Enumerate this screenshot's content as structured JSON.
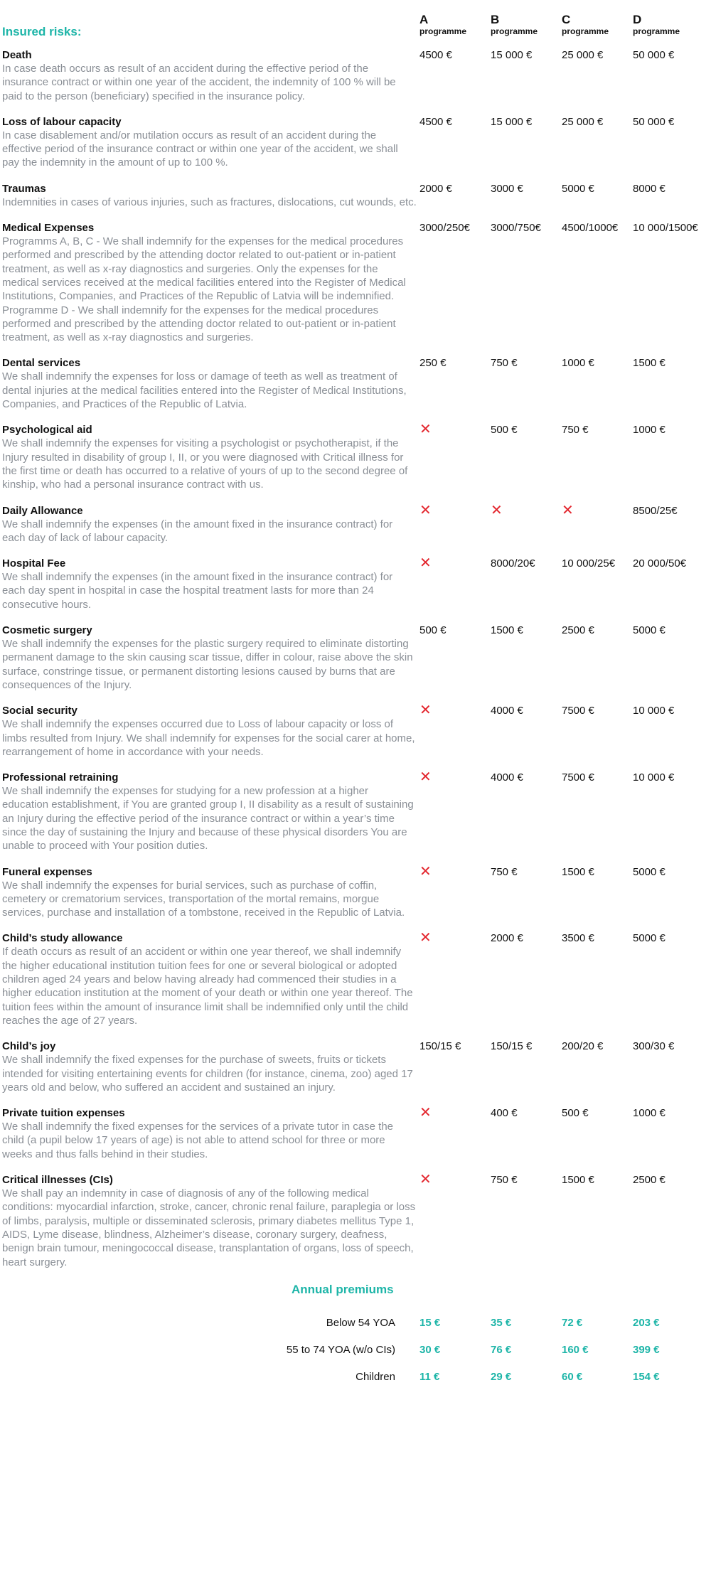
{
  "header": {
    "title": "Insured risks:",
    "programmes": [
      {
        "letter": "A",
        "word": "programme"
      },
      {
        "letter": "B",
        "word": "programme"
      },
      {
        "letter": "C",
        "word": "programme"
      },
      {
        "letter": "D",
        "word": "programme"
      }
    ]
  },
  "risks": [
    {
      "name": "Death",
      "description": "In case death occurs as result of an accident during the effective period of the insurance contract or within one year of the accident, the indemnity of 100 % will be paid to the person (beneficiary) specified in the insurance policy.",
      "values": [
        "4500 €",
        "15 000 €",
        "25 000 €",
        "50 000 €"
      ]
    },
    {
      "name": "Loss of labour capacity",
      "description": "In case disablement and/or mutilation occurs as result of an accident during the effective period of the insurance contract or within one year of the accident, we shall pay the indemnity in the amount of up to 100 %.",
      "values": [
        "4500 €",
        "15 000 €",
        "25 000 €",
        "50 000 €"
      ]
    },
    {
      "name": "Traumas",
      "description": "Indemnities in cases of various injuries, such as fractures, dislocations, cut wounds, etc.",
      "values": [
        "2000 €",
        "3000 €",
        "5000 €",
        "8000 €"
      ]
    },
    {
      "name": "Medical Expenses",
      "description": "Programms A, B, C - We shall indemnify for the expenses for the medical procedures performed and prescribed by the attending doctor related to out-patient or in-patient treatment, as well as x-ray diagnostics and surgeries. Only the expenses for the medical services received at the medical facilities entered into the Register of Medical Institutions, Companies, and Practices of the Republic of Latvia will be indemnified. Programme D - We shall indemnify for the expenses for the medical procedures performed and prescribed by the attending doctor related to out-patient or in-patient treatment, as well as x-ray diagnostics and surgeries.",
      "values": [
        "3000/250€",
        "3000/750€",
        "4500/1000€",
        "10 000/1500€"
      ]
    },
    {
      "name": "Dental services",
      "description": "We shall indemnify the expenses for loss or damage of teeth as well as treatment of dental injuries at the medical facilities entered into the Register of Medical Institutions, Companies, and Practices of the Republic of Latvia.",
      "values": [
        "250 €",
        "750 €",
        "1000 €",
        "1500 €"
      ]
    },
    {
      "name": "Psychological aid",
      "description": "We shall indemnify the expenses for visiting a psychologist or psychotherapist, if the Injury resulted in disability of group I, II, or you were diagnosed with Critical illness for the first time or death has occurred to a relative of yours of up to the second degree of kinship, who had a personal insurance contract with us.",
      "values": [
        "✕",
        "500 €",
        "750 €",
        "1000 €"
      ]
    },
    {
      "name": "Daily Allowance",
      "description": "We shall indemnify the expenses (in the amount fixed in the insurance contract) for each day of lack of labour capacity.",
      "values": [
        "✕",
        "✕",
        "✕",
        "8500/25€"
      ]
    },
    {
      "name": "Hospital Fee",
      "description": "We shall indemnify the expenses (in the amount fixed in the insurance contract) for each day spent in hospital in case the hospital treatment lasts for more than 24 consecutive hours.",
      "values": [
        "✕",
        "8000/20€",
        "10 000/25€",
        "20 000/50€"
      ]
    },
    {
      "name": "Cosmetic surgery",
      "description": "We shall indemnify the expenses for the plastic surgery required to eliminate distorting permanent damage to the skin causing scar tissue, differ in colour, raise above the skin surface, constringe tissue, or permanent distorting lesions caused by burns that are consequences of the Injury.",
      "values": [
        "500 €",
        "1500 €",
        "2500 €",
        "5000 €"
      ]
    },
    {
      "name": "Social security",
      "description": "We shall indemnify the expenses occurred due to Loss of labour capacity or loss of limbs resulted from Injury. We shall indemnify for expenses for the social carer at home, rearrangement of home in accordance with your needs.",
      "values": [
        "✕",
        "4000 €",
        "7500 €",
        "10 000 €"
      ]
    },
    {
      "name": "Professional retraining",
      "description": "We shall indemnify the expenses for studying for a new profession at a higher education establishment, if You are granted group I, II disability as a result of sustaining an Injury during the effective period of the insurance contract or within a year’s time since the day of sustaining the Injury and because of these physical disorders You are unable to proceed with Your position duties.",
      "values": [
        "✕",
        "4000 €",
        "7500 €",
        "10 000 €"
      ]
    },
    {
      "name": "Funeral expenses",
      "description": "We shall indemnify the expenses for burial services, such as purchase of coffin, cemetery or crematorium services, transportation of the mortal remains, morgue services, purchase and installation of a tombstone, received in the Republic of Latvia.",
      "values": [
        "✕",
        "750 €",
        "1500 €",
        "5000 €"
      ]
    },
    {
      "name": "Child’s study allowance",
      "description": "If death occurs as result of an accident or within one year thereof, we shall indemnify the higher educational institution tuition fees for one or several biological or adopted children aged 24 years and below having already had commenced their studies in a higher education institution at the moment of your death or within one year thereof. The tuition fees within the amount of insurance limit shall be indemnified only until the child reaches the age of 27 years.",
      "values": [
        "✕",
        "2000 €",
        "3500 €",
        "5000 €"
      ]
    },
    {
      "name": "Child’s joy",
      "description": "We shall indemnify the fixed expenses for the purchase of sweets, fruits or tickets intended for visiting entertaining events for children (for instance, cinema, zoo) aged 17 years old and below, who suffered an accident and sustained an injury.",
      "values": [
        "150/15 €",
        "150/15 €",
        "200/20 €",
        "300/30 €"
      ]
    },
    {
      "name": "Private tuition expenses",
      "description": "We shall indemnify the fixed expenses for the services of a private tutor in case the child (a pupil below 17 years of age) is not able to attend school for three or more weeks and thus falls behind in their studies.",
      "values": [
        "✕",
        "400 €",
        "500 €",
        "1000 €"
      ]
    },
    {
      "name": "Critical illnesses (CIs)",
      "description": "We shall pay an indemnity in case of diagnosis of any of the following medical conditions: myocardial infarction, stroke, cancer, chronic renal failure, paraplegia or loss of limbs, paralysis, multiple or disseminated sclerosis, primary diabetes mellitus Type 1, AIDS, Lyme disease, blindness, Alzheimer’s disease, coronary surgery, deafness, benign brain tumour, meningococcal disease, transplantation of organs, loss of speech, heart surgery.",
      "values": [
        "✕",
        "750 €",
        "1500 €",
        "2500 €"
      ]
    }
  ],
  "premiums": {
    "title": "Annual premiums",
    "rows": [
      {
        "label": "Below 54 YOA",
        "values": [
          "15 €",
          "35 €",
          "72 €",
          "203 €"
        ]
      },
      {
        "label": "55 to 74 YOA (w/o CIs)",
        "values": [
          "30 €",
          "76 €",
          "160 €",
          "399 €"
        ]
      },
      {
        "label": "Children",
        "values": [
          "11 €",
          "29 €",
          "60 €",
          "154 €"
        ]
      }
    ]
  },
  "colors": {
    "accent": "#1db5a8",
    "cross": "#e3252d",
    "description": "#8a8f96"
  }
}
